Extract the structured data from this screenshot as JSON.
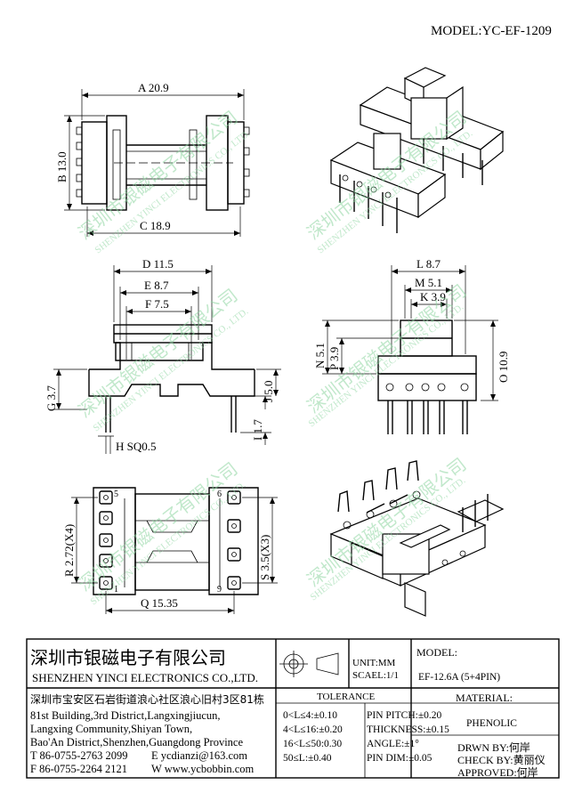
{
  "model_label": "MODEL:YC-EF-1209",
  "dimensions": {
    "A": "A 20.9",
    "B": "B 13.0",
    "C": "C 18.9",
    "D": "D 11.5",
    "E": "E 8.7",
    "F": "F 7.5",
    "G": "G 3.7",
    "H": "H SQ0.5",
    "I": "I 1.7",
    "J": "J 5.0",
    "K": "K 3.9",
    "L": "L 8.7",
    "M": "M 5.1",
    "N": "N 5.1",
    "O": "O 10.9",
    "P": "P 3.9",
    "Q": "Q 15.35",
    "R": "R 2.72(X4)",
    "S": "S 3.5(X3)"
  },
  "pins": {
    "p5": "5",
    "p1": "1",
    "p6": "6",
    "p9": "9"
  },
  "watermark": {
    "cn": "深圳市银磁电子有限公司",
    "en": "SHENZHEN YINCI ELECTRONICS CO., LTD."
  },
  "title_block": {
    "company_cn": "深圳市银磁电子有限公司",
    "company_en": "SHENZHEN YINCI ELECTRONICS CO.,LTD.",
    "address_cn": "深圳市宝安区石岩街道浪心社区浪心旧村3区81栋",
    "address_en_1": "81st Building,3rd District,Langxingjiucun,",
    "address_en_2": "Langxing Community,Shiyan Town,",
    "address_en_3": "Bao'An District,Shenzhen,Guangdong Province",
    "tel": "T 86-0755-2763 2099",
    "email": "E ycdianzi@163.com",
    "fax": "F 86-0755-2264 2121",
    "web": "W www.ycbobbin.com",
    "unit": "UNIT:MM",
    "scale": "SCAEL:1/1",
    "model_heading": "MODEL:",
    "model_value": "EF-12.6A (5+4PIN)",
    "tolerance_heading": "TOLERANCE",
    "tol_1": "0<L≤4:±0.10",
    "tol_2": "4<L≤16:±0.20",
    "tol_3": "16<L≤50:0.30",
    "tol_4": "50≤L:±0.40",
    "pin_pitch": "PIN PITCH:±0.20",
    "thickness": "THICKNESS:±0.15",
    "angle": "ANGLE:±1°",
    "pin_dim": "PIN DIM:±0.05",
    "material_heading": "MATERIAL:",
    "material_value": "PHENOLIC",
    "drawn_by": "DRWN BY:何岸",
    "check_by": "CHECK BY:黄丽仪",
    "approved": "APPROVED:何岸"
  }
}
